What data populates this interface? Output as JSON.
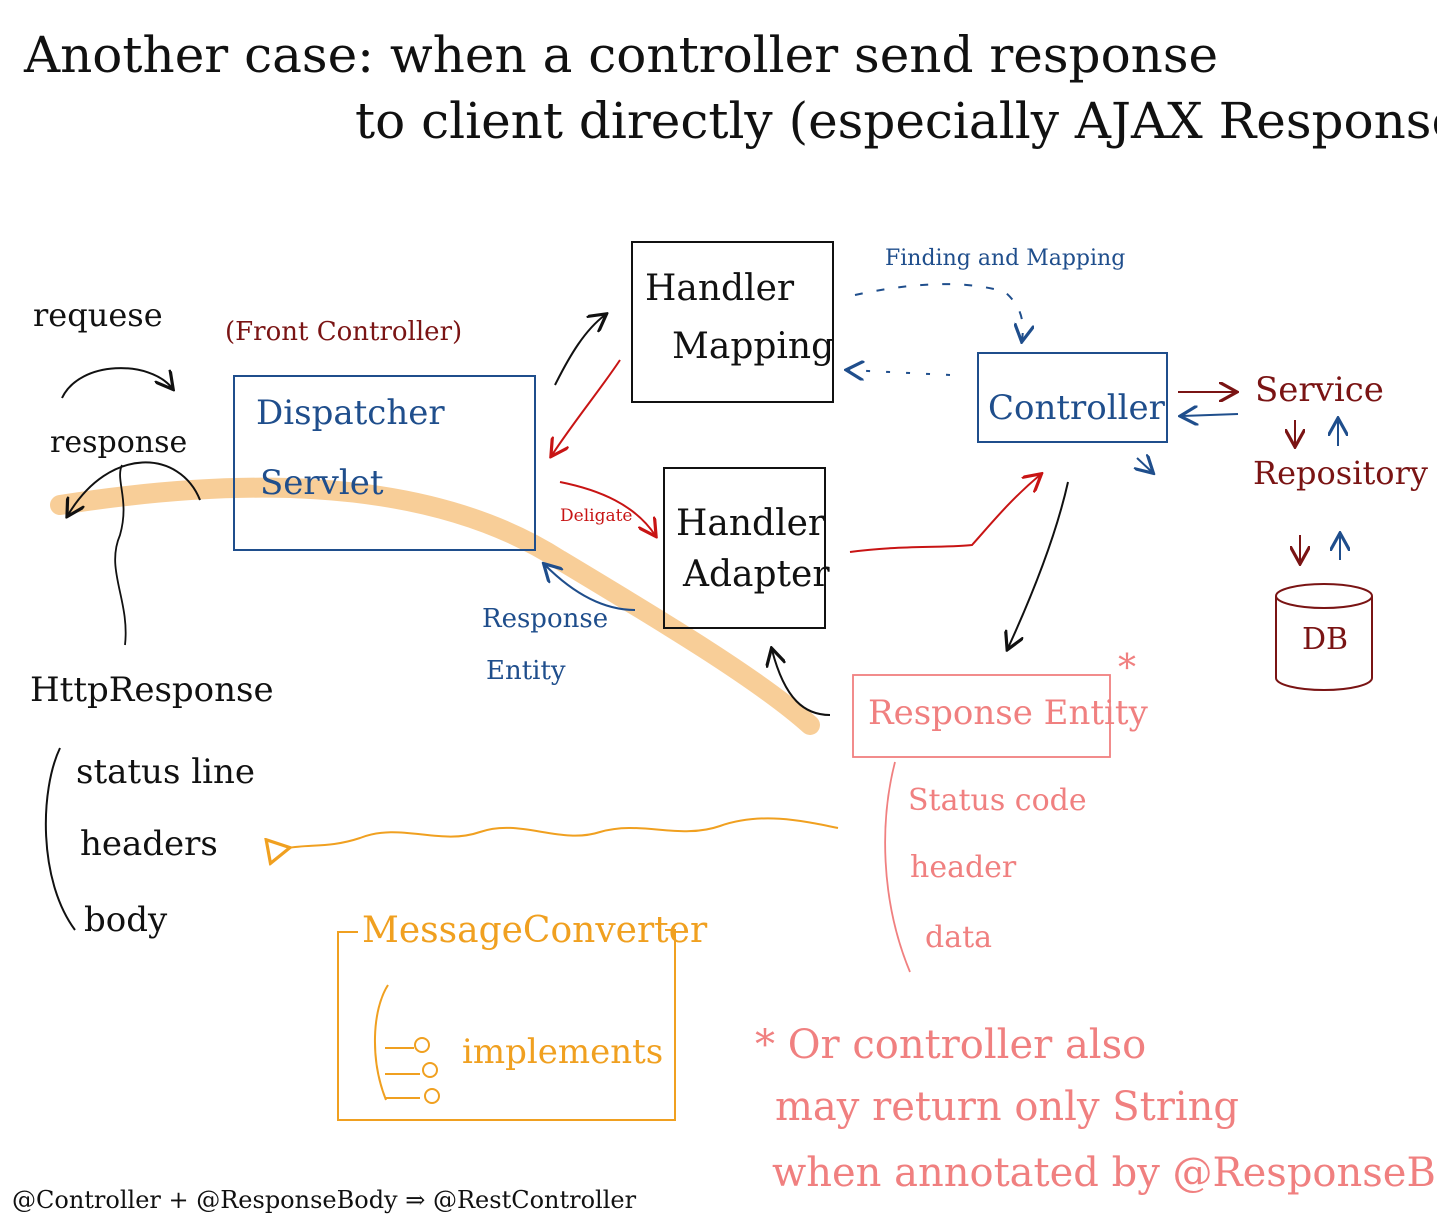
{
  "title": {
    "line1": "Another case: when a controller send response",
    "line2": "to client directly (especially AJAX Response)"
  },
  "labels": {
    "request": "requese",
    "response": "response",
    "front_controller": "(Front Controller)",
    "dispatcher_line1": "Dispatcher",
    "dispatcher_line2": "Servlet",
    "handler_mapping_line1": "Handler",
    "handler_mapping_line2": "Mapping",
    "handler_adapter_line1": "Handler",
    "handler_adapter_line2": "Adapter",
    "controller": "Controller",
    "finding_mapping": "Finding and Mapping",
    "service": "Service",
    "repository": "Repository",
    "db": "DB",
    "deligate": "Deligate",
    "response_entity_small_1": "Response",
    "response_entity_small_2": "Entity",
    "response_entity": "Response Entity",
    "asterisk": "*",
    "http_response": "HttpResponse",
    "status_line": "status line",
    "headers": "headers",
    "body": "body",
    "status_code": "Status code",
    "header": "header",
    "data": "data",
    "message_converter": "MessageConverter",
    "implements": "implements",
    "note_line1": "* Or controller also",
    "note_line2": "may return only String",
    "note_line3": "when annotated by @ResponseBody",
    "footer": "@Controller + @ResponseBody ⇒ @RestController"
  },
  "colors": {
    "black": "#111111",
    "blue": "#1f4e8c",
    "red": "#c81414",
    "darkred": "#7a1414",
    "orange": "#f0a020",
    "highlight": "#f7c98d",
    "pink": "#f08080"
  }
}
